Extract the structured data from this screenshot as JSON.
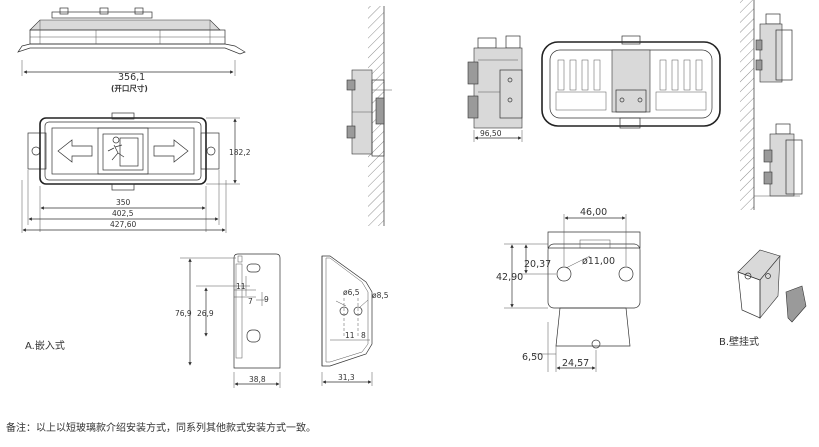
{
  "dims": {
    "opening_width": "356,1",
    "opening_note": "(开口尺寸)",
    "height": "182,2",
    "frame_w1": "350",
    "frame_w2": "402,5",
    "frame_w3": "427,60",
    "bracket_h1": "76,9",
    "bracket_h2": "26,9",
    "bracket_s1": "11",
    "bracket_s2": "7",
    "bracket_s3": "9",
    "bracket_w": "38,8",
    "side_d1": "ø6,5",
    "side_d2": "ø8,5",
    "side_s1": "11",
    "side_s2": "8",
    "side_w": "31,3",
    "wall_depth": "96,50",
    "plate_w": "46,00",
    "plate_h1": "20,37",
    "plate_h2": "42,90",
    "plate_hole": "ø11,00",
    "plate_b1": "6,50",
    "plate_b2": "24,57"
  },
  "labels": {
    "recessed": "A.嵌入式",
    "wall_mount": "B.壁挂式",
    "note": "备注：以上以短玻璃款介绍安装方式，同系列其他款式安装方式一致。"
  }
}
